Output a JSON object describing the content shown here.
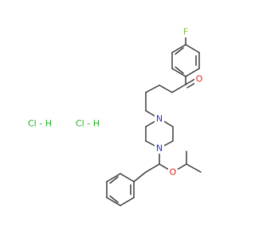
{
  "molecule": {
    "atoms": {
      "fluorine": "F",
      "carbonyl_oxygen": "O",
      "nitrogen_top": "N",
      "nitrogen_bottom": "N",
      "ether_oxygen": "O"
    },
    "salts": [
      "Cl - H",
      "Cl - H"
    ]
  },
  "colors": {
    "bond": "#3a3a3a",
    "fluorine": "#7fbf3f",
    "oxygen": "#e02020",
    "nitrogen": "#2030d0",
    "chlorine": "#20b020",
    "hydrogen": "#3a3a3a"
  }
}
